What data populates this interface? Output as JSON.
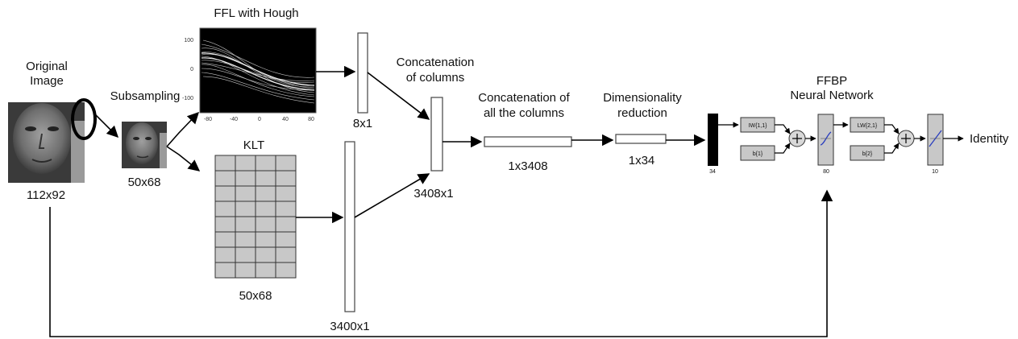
{
  "labels": {
    "original_image": [
      "Original",
      "Image"
    ],
    "original_size": "112x92",
    "subsampling": "Subsampling",
    "subsampled_size": "50x68",
    "ffl_title": "FFL with Hough",
    "ffl_vector": "8x1",
    "klt_title": "KLT",
    "klt_size": "50x68",
    "klt_vector": "3400x1",
    "concat_columns": [
      "Concatenation",
      "of columns"
    ],
    "concat_vector": "3408x1",
    "concat_all": [
      "Concatenation of",
      "all the columns"
    ],
    "concat_all_vector": "1x3408",
    "dim_reduction": [
      "Dimensionality",
      "reduction"
    ],
    "dim_vector": "1x34",
    "ffbp_title": [
      "FFBP",
      "Neural Network"
    ],
    "identity": "Identity"
  },
  "network": {
    "input_size": "34",
    "hidden_size": "80",
    "output_size": "10",
    "iw_label": "IW{1,1}",
    "b1_label": "b{1}",
    "lw_label": "LW{2,1}",
    "b2_label": "b{2}"
  },
  "colors": {
    "face_skin": "#8a8a8a",
    "face_bg": "#3a3a3a",
    "hough_bg": "#000000",
    "grid_cell": "#c8c8c8",
    "transfer_curve": "#2b3fbf"
  }
}
